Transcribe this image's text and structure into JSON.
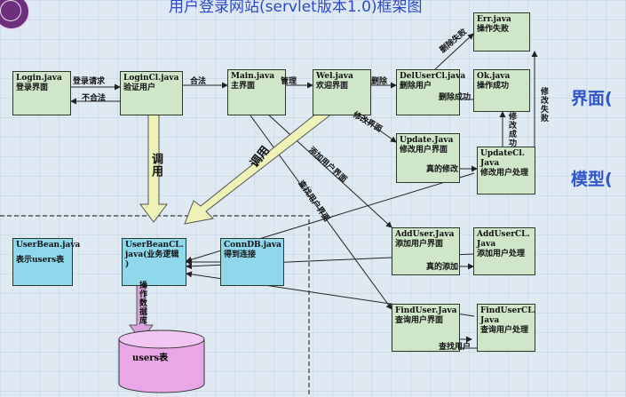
{
  "title": "用户登录网站(servlet版本1.0)框架图",
  "side_labels": {
    "view": "界面(",
    "model": "模型("
  },
  "boxes": {
    "login": [
      "Login.java",
      "登录界面"
    ],
    "logincl": [
      "LoginCl.java",
      "验证用户"
    ],
    "main": [
      "Main.java",
      "主界面"
    ],
    "wel": [
      "Wel.java",
      "欢迎界面"
    ],
    "deluser": [
      "DelUserCl.java",
      "删除用户"
    ],
    "err": [
      "Err.java",
      "操作失败"
    ],
    "ok": [
      "Ok.java",
      "操作成功"
    ],
    "update": [
      "Update.Java",
      "修改用户界面"
    ],
    "updatecl": [
      "UpdateCl.",
      "Java",
      "修改用户处理"
    ],
    "userbean": [
      "UserBean.java",
      "表示users表"
    ],
    "userbeancl": [
      "UserBeanCL.",
      "java(业务逻辑",
      ")"
    ],
    "conndb": [
      "ConnDB.java",
      "得到连接"
    ],
    "adduser": [
      "AddUser.Java",
      "添加用户界面"
    ],
    "addusercl": [
      "AddUserCL.",
      "Java",
      "添加用户处理"
    ],
    "finduser": [
      "FindUser.Java",
      "查询用户界面"
    ],
    "findusercl": [
      "FindUserCL.",
      "Java",
      "查询用户处理"
    ]
  },
  "edge_labels": {
    "login_request": "登录请求",
    "not_valid": "不合法",
    "valid": "合法",
    "manage": "管理",
    "delete": "删除",
    "delete_fail": "删除失败",
    "delete_success": "删除成功",
    "modify_fail": "修改失败",
    "modify_success": "修改成功",
    "modify_ui": "修改界面",
    "add_user_ui": "添加用户界面",
    "find_user_ui": "查找用户界面",
    "real_modify": "真的修改",
    "real_add": "真的添加",
    "find_user": "查找用户",
    "call": "调用",
    "call2": "调用",
    "operate_db": "操作数据库"
  },
  "database": "users表"
}
